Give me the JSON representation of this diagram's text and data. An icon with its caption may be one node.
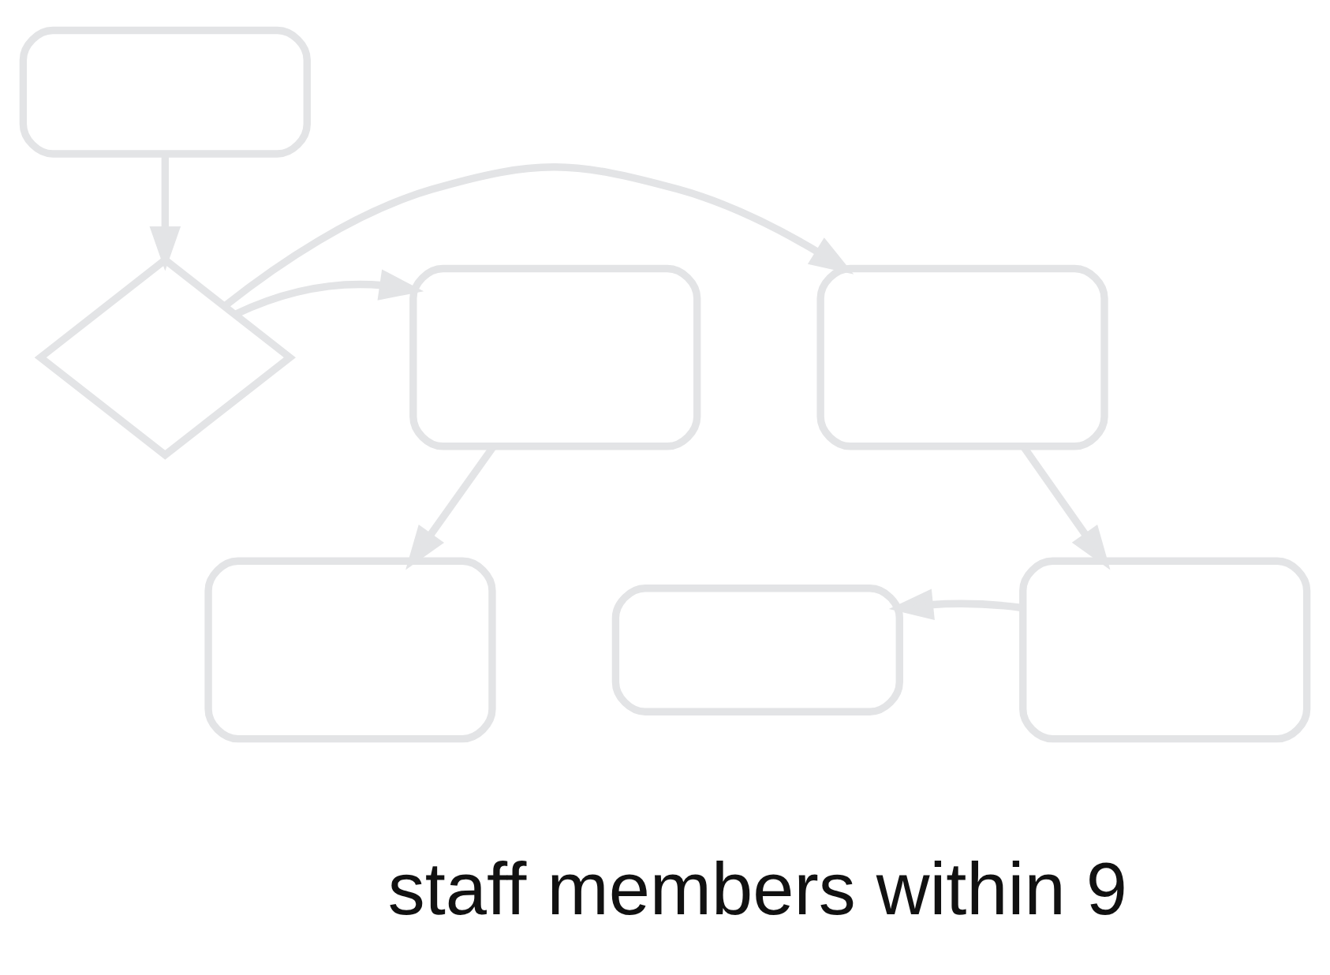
{
  "diagram": {
    "nodes": [
      {
        "text": [],
        "shape": "capsule"
      },
      {
        "text": [],
        "shape": "diamond"
      },
      {
        "text": [],
        "shape": "box"
      },
      {
        "text": [],
        "shape": "box"
      },
      {
        "text": [],
        "shape": "box"
      },
      {
        "text": [],
        "shape": "capsule"
      },
      {
        "text": [],
        "shape": "box"
      }
    ],
    "edges": [
      {
        "from": 0,
        "to": 1,
        "arrow": "to"
      },
      {
        "from": 1,
        "to": 2,
        "arrow": "to"
      },
      {
        "from": 1,
        "to": 3,
        "arrow": "to"
      },
      {
        "from": 2,
        "to": 4,
        "arrow": "to"
      },
      {
        "from": 3,
        "to": 6,
        "arrow": "to"
      },
      {
        "from": 6,
        "to": 5,
        "arrow": "to"
      }
    ],
    "labels": [
      "staff members within 9"
    ]
  }
}
